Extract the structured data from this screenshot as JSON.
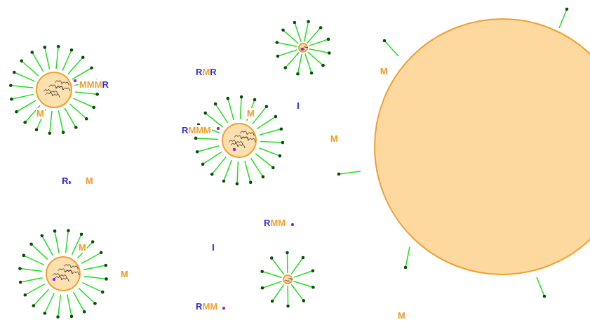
{
  "diagram": {
    "labels": [
      "M",
      "RMR",
      "MMMR",
      "M",
      "RMMM",
      "I",
      "M",
      "M",
      "R",
      "M",
      "RMM",
      "M",
      "I",
      "M",
      "RMM",
      "M"
    ]
  }
}
